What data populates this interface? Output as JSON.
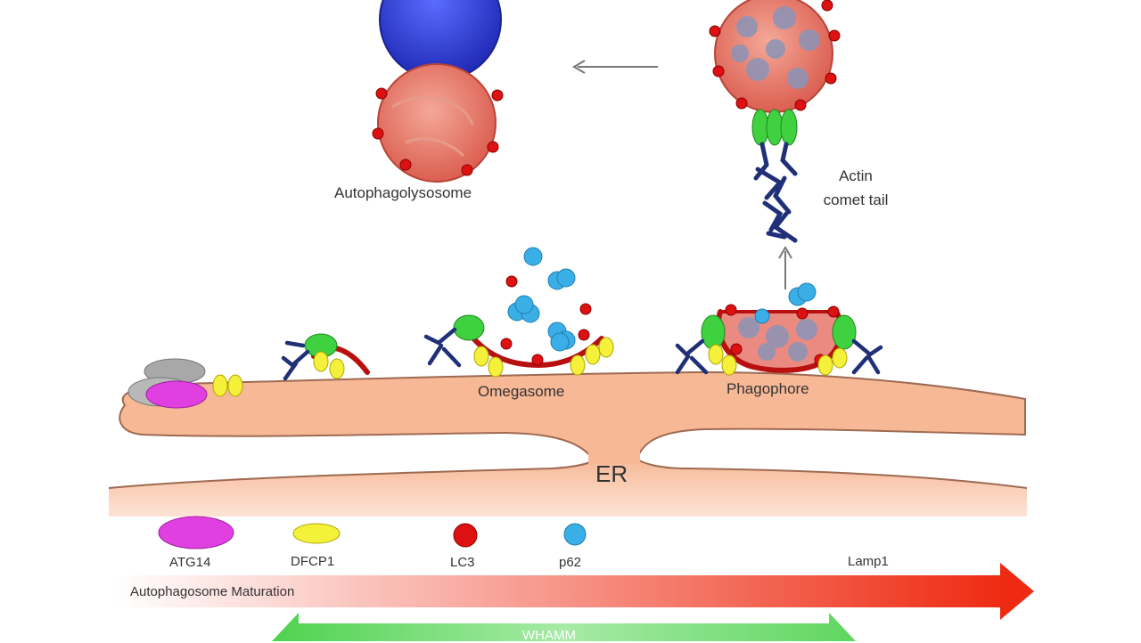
{
  "labels": {
    "autophagolysosome": "Autophagolysosome",
    "actin_line1": "Actin",
    "actin_line2": "comet tail",
    "omegasome": "Omegasome",
    "phagophore": "Phagophore",
    "er": "ER"
  },
  "legend": [
    {
      "name": "ATG14",
      "color": "#e040e0",
      "icon": "magenta-ellipse"
    },
    {
      "name": "DFCP1",
      "color": "#f5f03a",
      "icon": "yellow-ellipse"
    },
    {
      "name": "LC3",
      "color": "#dd1111",
      "icon": "red-circle"
    },
    {
      "name": "p62",
      "color": "#3aaee6",
      "icon": "blue-circle"
    }
  ],
  "arrows": {
    "red_start": "Autophagosome Maturation",
    "red_end": "Lamp1",
    "green": "WHAMM"
  },
  "colors": {
    "er": "#f7b896",
    "er_stroke": "#9e6a52",
    "membrane": "#b80f0f",
    "lysosome": "#2f3fd1",
    "vesicle": "#e8766a",
    "lc3": "#dd1111",
    "p62": "#3aaee6",
    "dfcp1": "#f5f03a",
    "atg14": "#e040e0",
    "whamm_green": "#3fd13f",
    "actin": "#1f2f78",
    "grey_protein": "#a8a8a8"
  }
}
